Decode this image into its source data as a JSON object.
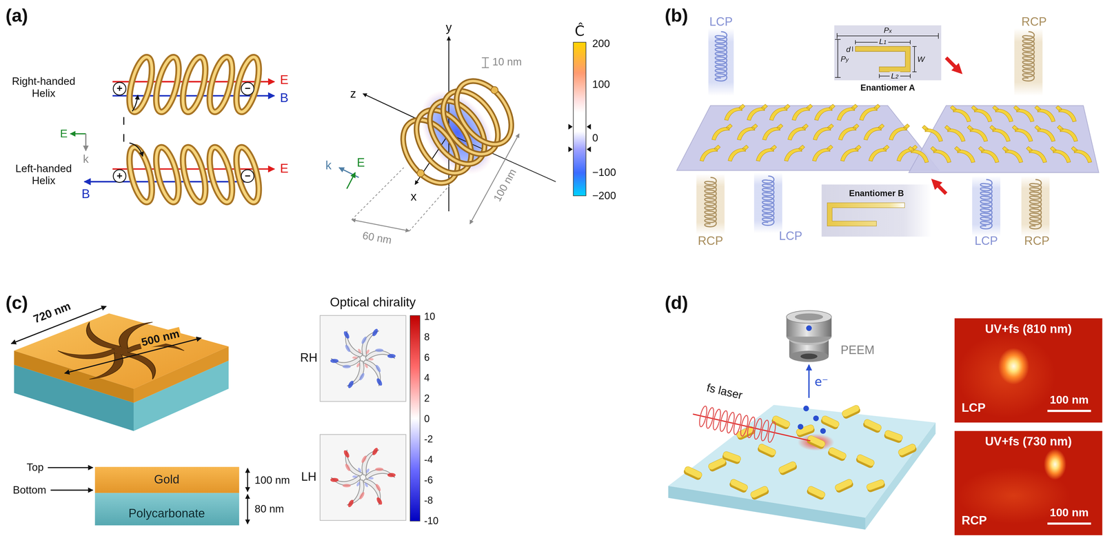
{
  "diagram": {
    "nodes": [
      {
        "text": [
          "Px",
          "Py",
          "L1",
          "L2",
          "d",
          "W",
          "Enantiomer A"
        ]
      },
      {
        "text": [
          "Enantiomer B"
        ]
      },
      {
        "text": [
          "Gold"
        ]
      },
      {
        "text": [
          "Polycarbonate"
        ]
      },
      {
        "text": [
          "RH"
        ]
      },
      {
        "text": [
          "LH"
        ]
      },
      {
        "text": [
          "UV+fs (810 nm)",
          "LCP",
          "100 nm"
        ]
      },
      {
        "text": [
          "UV+fs (730 nm)",
          "RCP",
          "100 nm"
        ]
      }
    ],
    "labels": [
      "(a)",
      "Right-handed Helix",
      "E",
      "B",
      "+",
      "−",
      "I",
      "Left-handed Helix",
      "E",
      "k",
      "I",
      "E",
      "B",
      "+",
      "−",
      "y",
      "z",
      "x",
      "10 nm",
      "100 nm",
      "60 nm",
      "k",
      "E",
      "Ĉ",
      "200",
      "100",
      "0",
      "−100",
      "−200",
      "(b)",
      "LCP",
      "RCP",
      "RCP",
      "LCP",
      "LCP",
      "RCP",
      "(c)",
      "720 nm",
      "500 nm",
      "Top",
      "Bottom",
      "100 nm",
      "80 nm",
      "Optical chirality",
      "10",
      "8",
      "6",
      "4",
      "2",
      "0",
      "-2",
      "-4",
      "-6",
      "-8",
      "-10",
      "(d)",
      "fs laser",
      "PEEM",
      "e⁻"
    ]
  }
}
